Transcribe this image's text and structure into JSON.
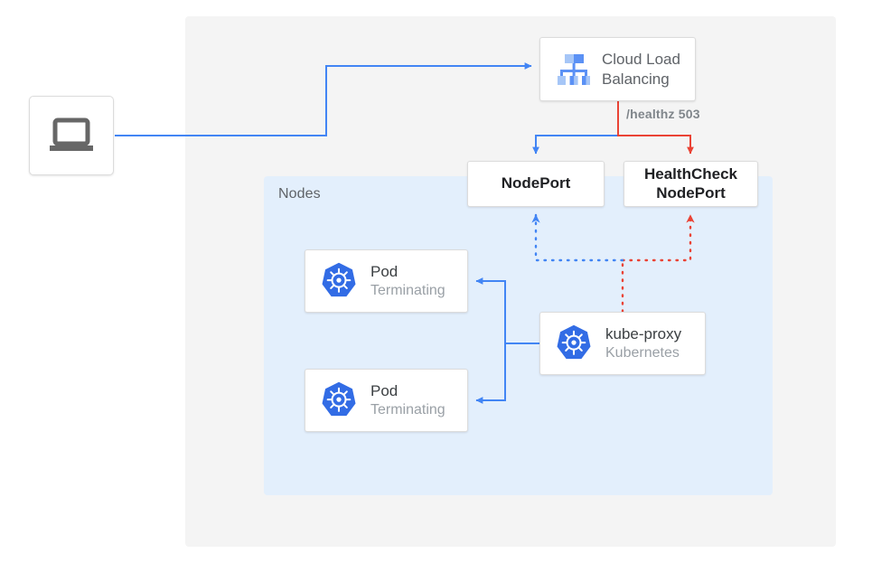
{
  "diagram": {
    "title": "Kubernetes NodePort health check draining diagram",
    "colors": {
      "blue": "#4285f4",
      "red": "#ea4335",
      "panel_outer": "#f4f4f4",
      "panel_nodes": "#e3effc",
      "card_bg": "#ffffff",
      "card_border": "#dcdcdc",
      "text_dark": "#202124",
      "text_gray": "#5f6368",
      "text_muted": "#9aa0a6",
      "icon_gray": "#676767",
      "k8s_blue": "#326ce5"
    },
    "panels": {
      "nodes_label": "Nodes"
    },
    "client": {
      "icon": "laptop-icon"
    },
    "load_balancer": {
      "icon": "cloud-load-balancing-icon",
      "line1": "Cloud Load",
      "line2": "Balancing"
    },
    "healthz_label": "/healthz 503",
    "ports": [
      {
        "name": "nodeport",
        "line1": "NodePort",
        "line2": ""
      },
      {
        "name": "healthcheck-nodeport",
        "line1": "HealthCheck",
        "line2": "NodePort"
      }
    ],
    "pods": [
      {
        "icon": "kubernetes-icon",
        "title": "Pod",
        "status": "Terminating"
      },
      {
        "icon": "kubernetes-icon",
        "title": "Pod",
        "status": "Terminating"
      }
    ],
    "kube_proxy": {
      "icon": "kubernetes-icon",
      "title": "kube-proxy",
      "subtitle": "Kubernetes"
    }
  }
}
